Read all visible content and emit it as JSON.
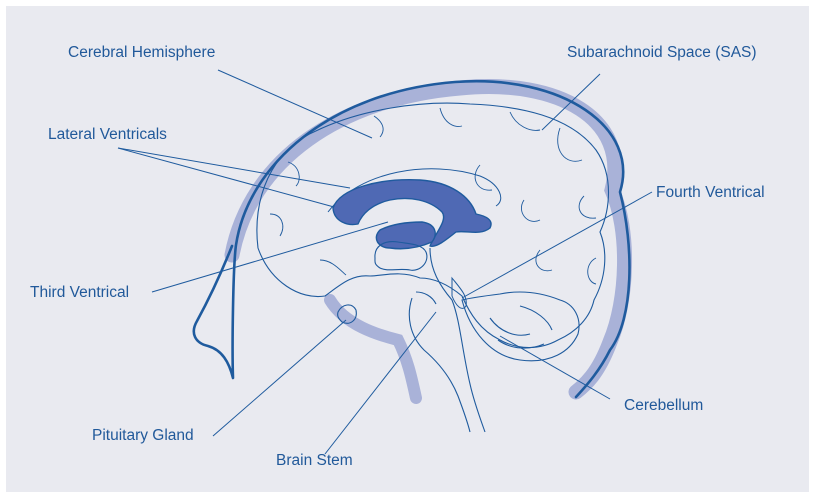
{
  "labels": {
    "cerebral_hemisphere": "Cerebral Hemisphere",
    "subarachnoid_space": "Subarachnoid Space (SAS)",
    "lateral_ventricals": "Lateral Ventricals",
    "fourth_ventrical": "Fourth Ventrical",
    "third_ventrical": "Third Ventrical",
    "cerebellum": "Cerebellum",
    "pituitary_gland": "Pituitary Gland",
    "brain_stem": "Brain Stem"
  },
  "colors": {
    "background_panel": "#e9eaf0",
    "line": "#1f5b9e",
    "fluid_band": "#a9b2d8",
    "ventricle_fill": "#4f69b4",
    "label_text": "#21599a"
  }
}
